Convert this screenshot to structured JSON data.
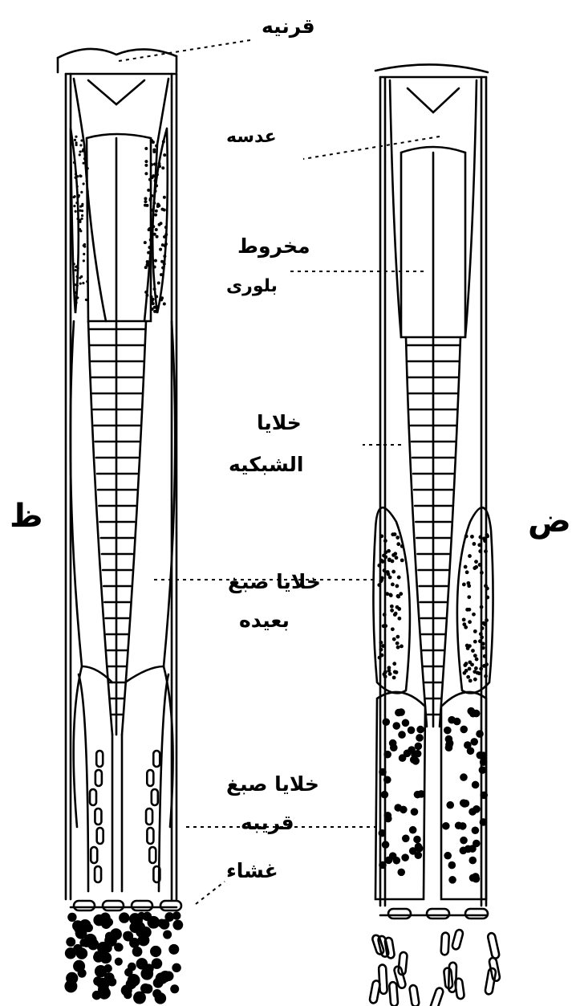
{
  "labels": {
    "cornea": "قرنيه",
    "lens": "عدسه",
    "crystalline_cone_1": "مخروط",
    "crystalline_cone_2": "بلوری",
    "retinal_cells_1": "خلايا",
    "retinal_cells_2": "الشبكيه",
    "distal_pigment_1": "خلايا صبغ",
    "distal_pigment_2": "بعيده",
    "proximal_pigment_1": "خلايا صبغ",
    "proximal_pigment_2": "قريبه",
    "membrane": "غشاء",
    "panel_left": "ظ",
    "panel_right": "ض"
  },
  "colors": {
    "ink": "#000000",
    "paper": "#ffffff"
  }
}
